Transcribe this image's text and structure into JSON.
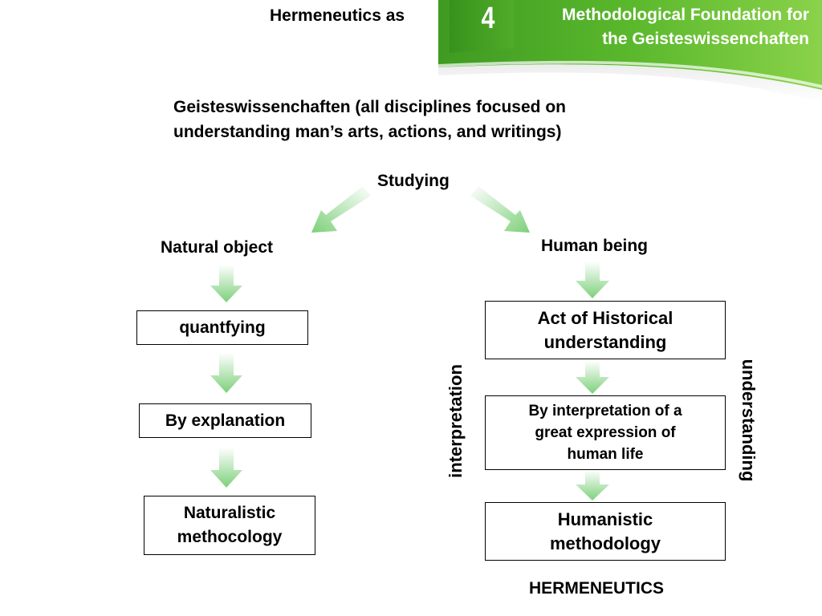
{
  "header": {
    "left_title": "Hermeneutics as",
    "section_number": "4",
    "banner_title_line1": "Methodological Foundation for",
    "banner_title_line2": "the Geisteswissenchaften",
    "banner_color": "#56b32b"
  },
  "subtitle": {
    "line1": "Geisteswissenchaften (all disciplines focused on",
    "line2": "understanding man’s arts, actions, and writings)"
  },
  "diagram": {
    "root": "Studying",
    "left_branch": {
      "heading": "Natural object",
      "step1": "quantfying",
      "step2": "By explanation",
      "result_line1": "Naturalistic",
      "result_line2": "methocology"
    },
    "right_branch": {
      "heading": "Human being",
      "step1_line1": "Act of Historical",
      "step1_line2": "understanding",
      "step2_line1": "By interpretation of a",
      "step2_line2": "great expression of",
      "step2_line3": "human life",
      "result_line1": "Humanistic",
      "result_line2": "methodology",
      "footer": "HERMENEUTICS"
    },
    "side_label_left": "interpretation",
    "side_label_right": "understanding",
    "arrow_color": "#7dd07a"
  }
}
